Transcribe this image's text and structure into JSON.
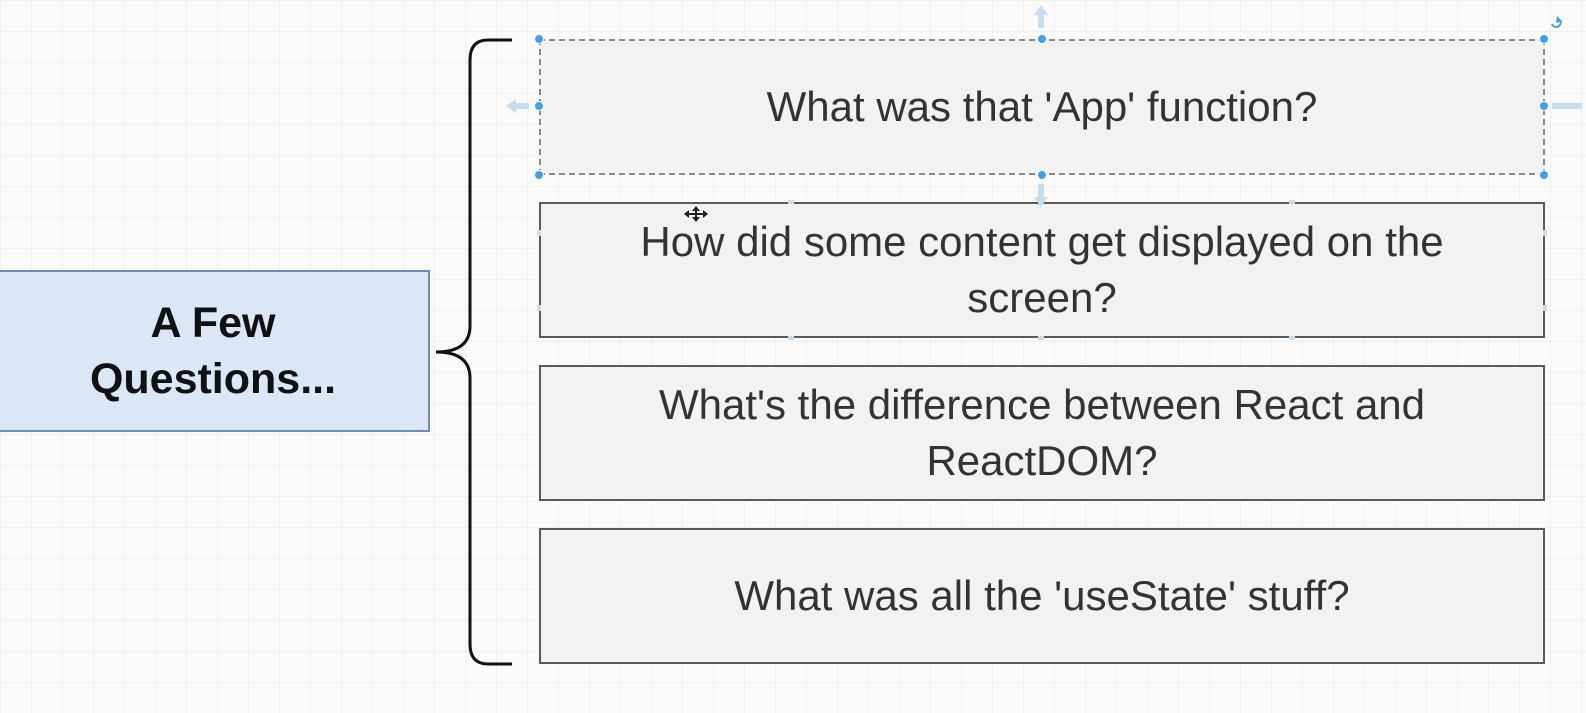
{
  "main_topic": {
    "label": "A Few Questions..."
  },
  "questions": [
    {
      "label": "What was that 'App' function?"
    },
    {
      "label": "How did some content get displayed on the screen?"
    },
    {
      "label": "What's the difference between React and ReactDOM?"
    },
    {
      "label": "What was all the 'useState' stuff?"
    }
  ],
  "colors": {
    "main_fill": "#dbe7f7",
    "main_border": "#6a8cc4",
    "question_fill": "#f2f2f0",
    "question_border": "#5a5a5a",
    "selection_handle": "#3aa1f2"
  },
  "icons": [
    "move-cursor-icon",
    "rotate-handle-icon",
    "connection-arrow-icon"
  ]
}
